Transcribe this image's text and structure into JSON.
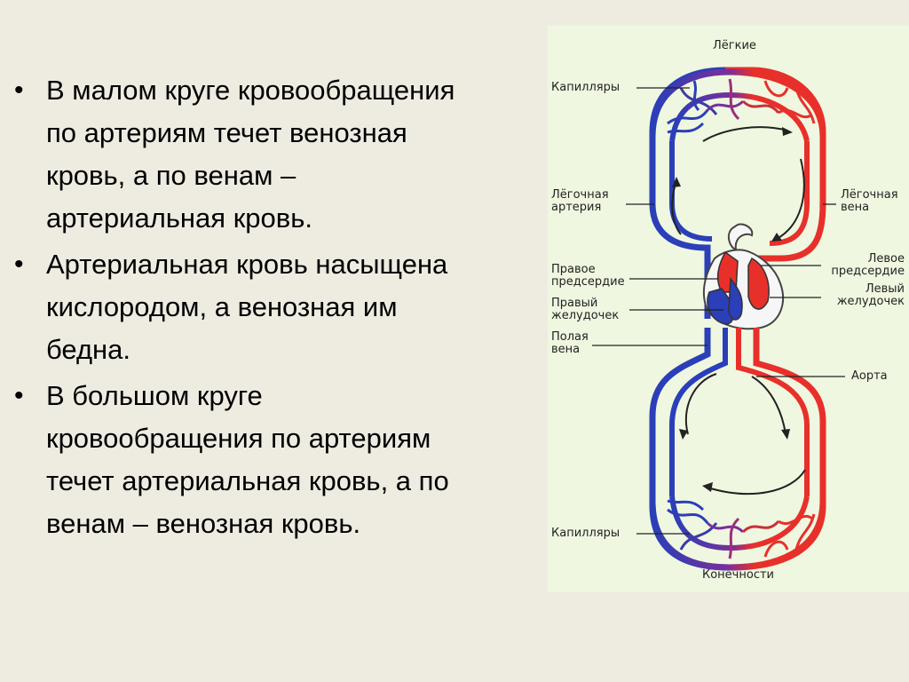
{
  "bullets": [
    "В малом круге кровообращения\nпо артериям течет венозная\nкровь, а по венам –\nартериальная кровь.",
    "Артериальная кровь насыщена\nкислородом, а венозная им\nбедна.",
    "В большом круге\nкровообращения по артериям\nтечет артериальная кровь, а по\nвенам – венозная кровь."
  ],
  "bullet_marker": "•",
  "diagram": {
    "labels": {
      "lungs": "Лёгкие",
      "capillaries_top": "Капилляры",
      "pulmonary_artery": "Лёгочная\nартерия",
      "pulmonary_vein": "Лёгочная\nвена",
      "right_atrium": "Правое\nпредсердие",
      "left_atrium": "Левое\nпредсердие",
      "left_ventricle": "Левый\nжелудочек",
      "right_ventricle": "Правый\nжелудочек",
      "vena_cava": "Полая\nвена",
      "aorta": "Аорта",
      "capillaries_bottom": "Капилляры",
      "limbs": "Конечности"
    },
    "colors": {
      "arterial": "#e8302a",
      "venous": "#2a3fb8",
      "background": "#eff7e0"
    }
  }
}
